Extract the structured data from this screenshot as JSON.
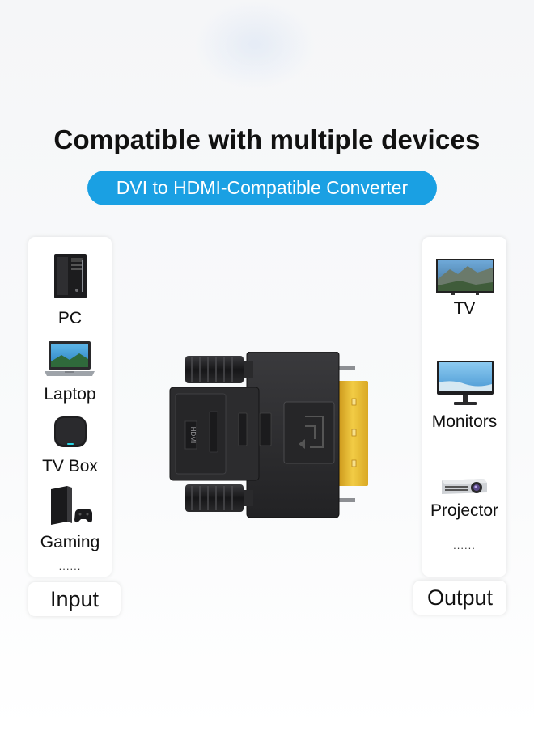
{
  "title": "Compatible with multiple devices",
  "subtitle": "DVI to HDMI-Compatible Converter",
  "input": {
    "label": "Input",
    "devices": [
      {
        "label": "PC",
        "icon": "pc-tower-icon"
      },
      {
        "label": "Laptop",
        "icon": "laptop-icon"
      },
      {
        "label": "TV Box",
        "icon": "tv-box-icon"
      },
      {
        "label": "Gaming",
        "icon": "game-console-icon"
      }
    ],
    "more": "......"
  },
  "output": {
    "label": "Output",
    "devices": [
      {
        "label": "TV",
        "icon": "tv-icon"
      },
      {
        "label": "Monitors",
        "icon": "monitor-icon"
      },
      {
        "label": "Projector",
        "icon": "projector-icon"
      }
    ],
    "more": "......"
  },
  "adapter": {
    "icon": "dvi-hdmi-adapter-icon",
    "port_text": "HDMI"
  },
  "colors": {
    "accent": "#1aa0e3",
    "adapter_body": "#2b2b2d",
    "gold_pins": "#e6b830"
  }
}
